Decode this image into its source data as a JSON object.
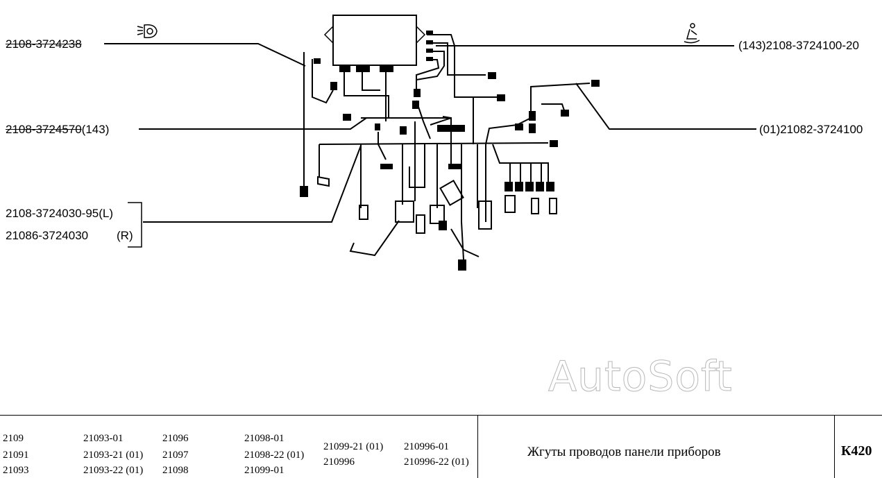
{
  "callouts": {
    "part_2108_3724238": "2108-3724238",
    "part_2108_3724570": "2108-3724570",
    "part_2108_3724570_suffix": "(143)",
    "part_2108_3724030_95": "2108-3724030-95(L)",
    "part_21086_3724030": "21086-3724030",
    "part_21086_3724030_side": "(R)",
    "part_2108_3724100_20": "(143)2108-3724100-20",
    "part_21082_3724100": "(01)21082-3724100"
  },
  "icons": {
    "left": "headlight-leveling-icon",
    "right": "seatbelt-warning-icon"
  },
  "watermark": "AutoSoft",
  "footer": {
    "models_col1": [
      "2109",
      "21091",
      "21093"
    ],
    "models_col2": [
      "21093-01",
      "21093-21 (01)",
      "21093-22 (01)"
    ],
    "models_col3": [
      "21096",
      "21097",
      "21098"
    ],
    "models_col4": [
      "21098-01",
      "21098-22 (01)",
      "21099-01"
    ],
    "models_col5": [
      "21099-21 (01)",
      "210996"
    ],
    "models_col6": [
      "210996-01",
      "210996-22 (01)"
    ],
    "title": "Жгуты проводов панели приборов",
    "code": "К420"
  },
  "colors": {
    "line": "#000000",
    "watermark_outline": "#b8b8b8"
  }
}
